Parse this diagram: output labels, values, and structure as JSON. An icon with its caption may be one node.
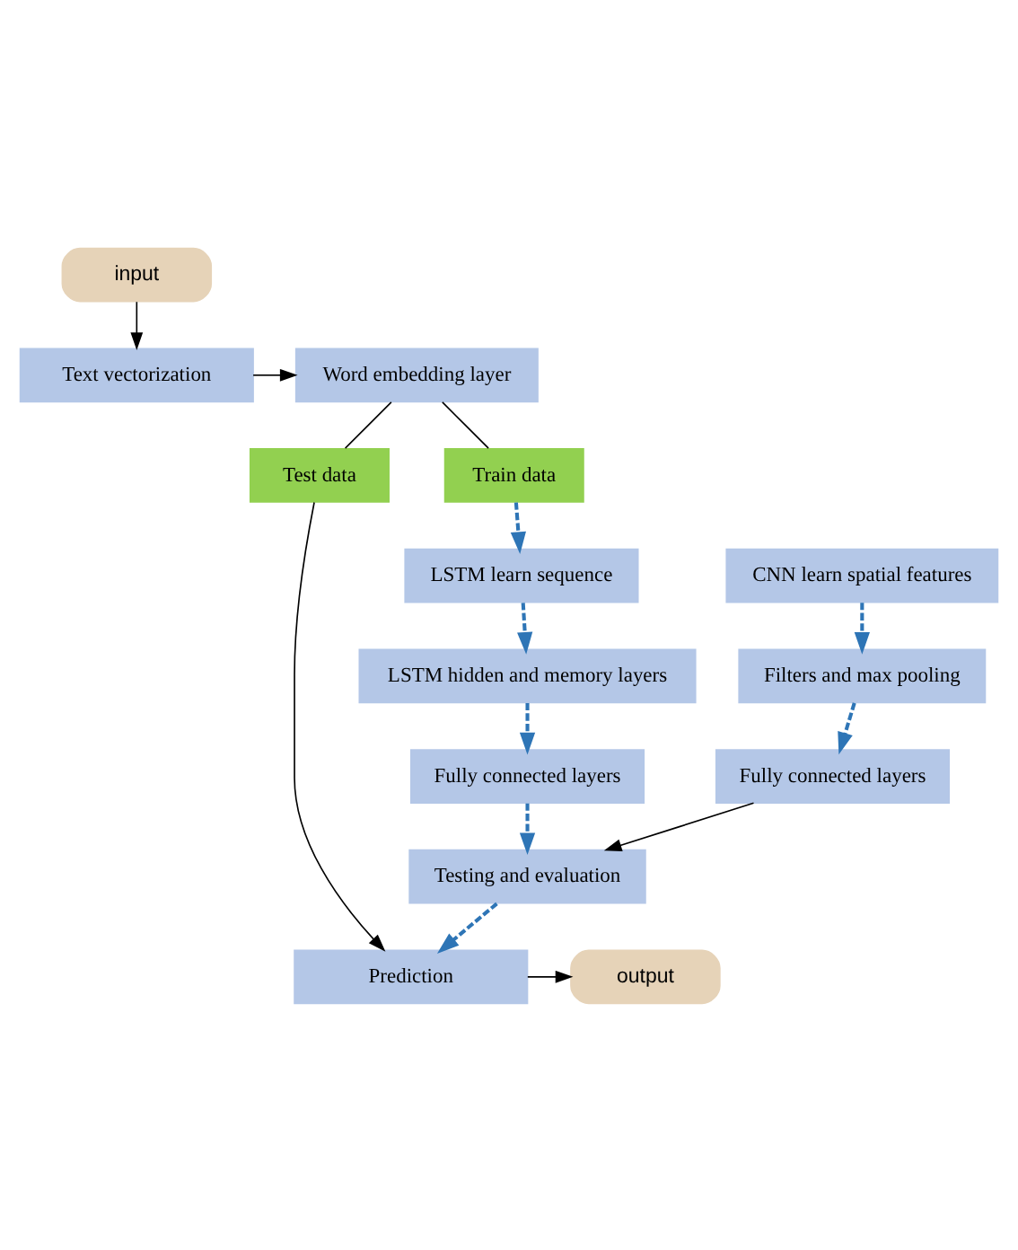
{
  "diagram": {
    "nodes": [
      {
        "text": [
          "input"
        ]
      },
      {
        "text": [
          "Text vectorization"
        ]
      },
      {
        "text": [
          "Word embedding layer"
        ]
      },
      {
        "text": [
          "Test data"
        ]
      },
      {
        "text": [
          "Train data"
        ]
      },
      {
        "text": [
          "LSTM learn sequence"
        ]
      },
      {
        "text": [
          "CNN learn spatial features"
        ]
      },
      {
        "text": [
          "LSTM hidden and memory layers"
        ]
      },
      {
        "text": [
          "Filters and max pooling"
        ]
      },
      {
        "text": [
          "Fully connected layers"
        ]
      },
      {
        "text": [
          "Fully connected layers"
        ]
      },
      {
        "text": [
          "Testing and evaluation"
        ]
      },
      {
        "text": [
          "Prediction"
        ]
      },
      {
        "text": [
          "output"
        ]
      }
    ],
    "edges": [
      {
        "from": 0,
        "to": 1,
        "arrow": "to",
        "color": "#000000"
      },
      {
        "from": 1,
        "to": 2,
        "arrow": "to",
        "color": "#000000"
      },
      {
        "from": 2,
        "to": 3,
        "arrow": "none",
        "color": "#000000"
      },
      {
        "from": 2,
        "to": 4,
        "arrow": "none",
        "color": "#000000"
      },
      {
        "from": 4,
        "to": 5,
        "arrow": "to",
        "style": "dashed",
        "color": "#2e75b6"
      },
      {
        "from": 5,
        "to": 7,
        "arrow": "to",
        "style": "dashed",
        "color": "#2e75b6"
      },
      {
        "from": 6,
        "to": 8,
        "arrow": "to",
        "style": "dashed",
        "color": "#2e75b6"
      },
      {
        "from": 7,
        "to": 9,
        "arrow": "to",
        "style": "dashed",
        "color": "#2e75b6"
      },
      {
        "from": 8,
        "to": 10,
        "arrow": "to",
        "style": "dashed",
        "color": "#2e75b6"
      },
      {
        "from": 9,
        "to": 11,
        "arrow": "to",
        "style": "dashed",
        "color": "#2e75b6"
      },
      {
        "from": 10,
        "to": 11,
        "arrow": "to",
        "color": "#000000"
      },
      {
        "from": 3,
        "to": 12,
        "arrow": "to",
        "color": "#000000"
      },
      {
        "from": 11,
        "to": 12,
        "arrow": "to",
        "style": "dashed",
        "color": "#2e75b6"
      },
      {
        "from": 12,
        "to": 13,
        "arrow": "to",
        "color": "#000000"
      }
    ]
  }
}
